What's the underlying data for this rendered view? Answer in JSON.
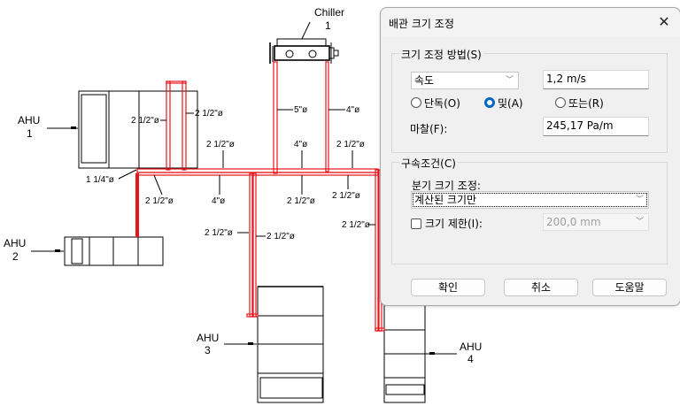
{
  "drawing": {
    "equipment": [
      {
        "id": "chiller",
        "name": "Chiller",
        "number": "1"
      },
      {
        "id": "ahu1",
        "name": "AHU",
        "number": "1"
      },
      {
        "id": "ahu2",
        "name": "AHU",
        "number": "2"
      },
      {
        "id": "ahu3",
        "name": "AHU",
        "number": "3"
      },
      {
        "id": "ahu4",
        "name": "AHU",
        "number": "4"
      }
    ],
    "pipe_labels": [
      "2 1/2\"ø",
      "2 1/2\"ø",
      "5\"ø",
      "4\"ø",
      "2 1/2\"ø",
      "4\"ø",
      "2 1/2\"ø",
      "1 1/4\"ø",
      "2 1/2\"ø",
      "4\"ø",
      "2 1/2\"ø",
      "2 1/2\"ø",
      "2 1/2\"ø",
      "2 1/2\"ø",
      "2 1/2\"ø"
    ],
    "pipe_color": "#e8141b"
  },
  "dialog": {
    "title": "배관 크기 조정",
    "close_label": "✕",
    "sizing_method": {
      "group_label": "크기 조정 방법(S)",
      "method_value": "속도",
      "velocity_value": "1,2 m/s",
      "radios": [
        {
          "label": "단독(O)",
          "checked": false
        },
        {
          "label": "및(A)",
          "checked": true
        },
        {
          "label": "또는(R)",
          "checked": false
        }
      ],
      "friction_label": "마찰(F):",
      "friction_value": "245,17 Pa/m"
    },
    "constraints": {
      "group_label": "구속조건(C)",
      "branch_label": "분기 크기 조정:",
      "branch_value": "계산된 크기만",
      "limit_label": "크기 제한(I):",
      "limit_checked": false,
      "limit_value": "200,0 mm"
    },
    "buttons": {
      "ok": "확인",
      "cancel": "취소",
      "help": "도움말"
    },
    "accent_color": "#0067c0"
  }
}
